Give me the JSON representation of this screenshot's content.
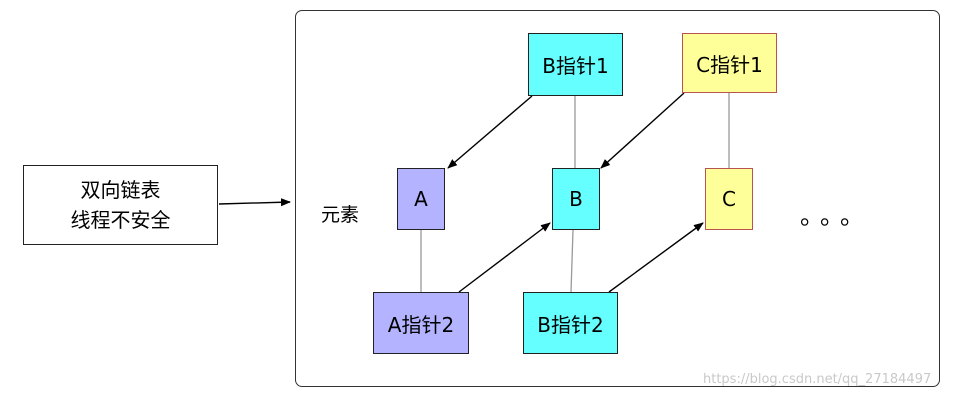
{
  "note": {
    "line1": "双向链表",
    "line2": "线程不安全"
  },
  "element_label": "元素",
  "nodes": {
    "a": "A",
    "b": "B",
    "c": "C",
    "b_ptr1": "B指针1",
    "c_ptr1": "C指针1",
    "a_ptr2": "A指针2",
    "b_ptr2": "B指针2"
  },
  "ellipsis": "。。。",
  "watermark": "https://blog.csdn.net/qq_27184497",
  "colors": {
    "purple": "#b3b3ff",
    "cyan": "#66ffff",
    "yellow": "#ffff99",
    "yellow_border": "#b85450"
  }
}
